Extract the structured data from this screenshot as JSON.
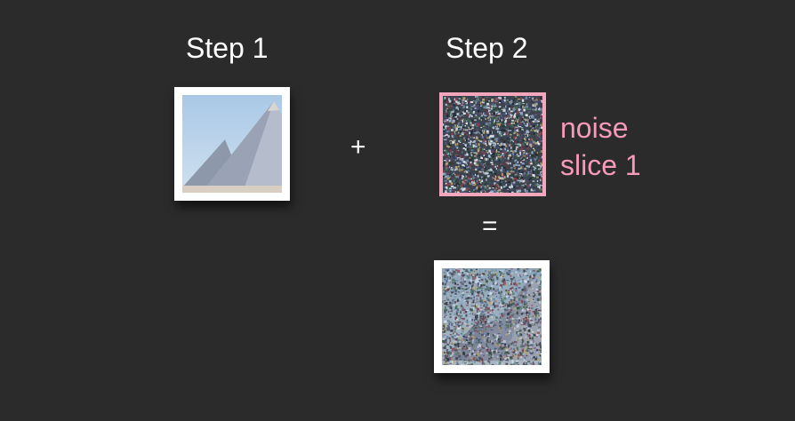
{
  "step1": {
    "label": "Step 1"
  },
  "step2": {
    "label": "Step 2"
  },
  "operators": {
    "plus": "+",
    "equals": "="
  },
  "noise_label": {
    "line1": "noise",
    "line2": "slice 1"
  },
  "colors": {
    "background": "#2b2b2b",
    "text": "#ffffff",
    "accent_pink": "#f59ab8",
    "frame_white": "#ffffff",
    "noise_border": "#f4a6bd"
  }
}
